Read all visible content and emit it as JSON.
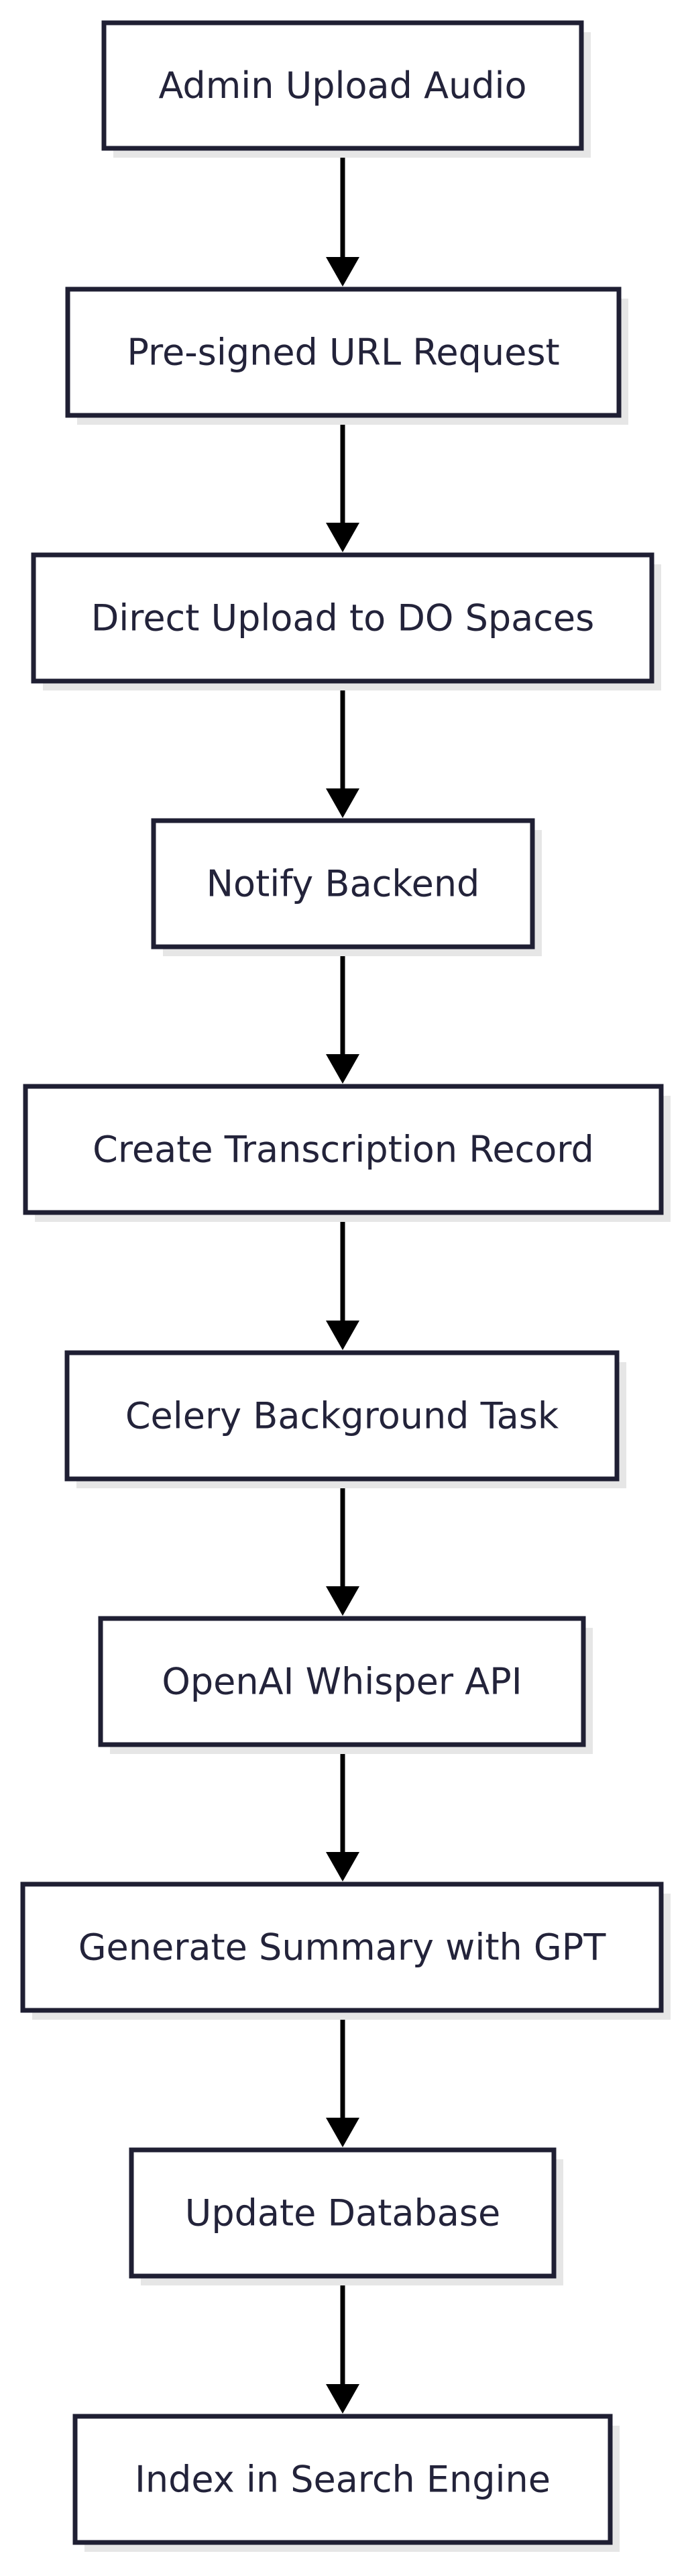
{
  "diagram": {
    "colors": {
      "box_border": "#1f1f33",
      "box_fill": "#ffffff",
      "shadow": "#e6e6e6",
      "text": "#23233a",
      "arrow": "#000000"
    },
    "nodes": [
      {
        "id": "admin-upload-audio",
        "label": "Admin Upload Audio"
      },
      {
        "id": "pre-signed-url-request",
        "label": "Pre-signed URL Request"
      },
      {
        "id": "direct-upload-to-do-spaces",
        "label": "Direct Upload to DO Spaces"
      },
      {
        "id": "notify-backend",
        "label": "Notify Backend"
      },
      {
        "id": "create-transcription-record",
        "label": "Create Transcription Record"
      },
      {
        "id": "celery-background-task",
        "label": "Celery Background Task"
      },
      {
        "id": "openai-whisper-api",
        "label": "OpenAI Whisper API"
      },
      {
        "id": "generate-summary-with-gpt",
        "label": "Generate Summary with GPT"
      },
      {
        "id": "update-database",
        "label": "Update Database"
      },
      {
        "id": "index-in-search-engine",
        "label": "Index in Search Engine"
      }
    ],
    "edges": [
      {
        "from": "admin-upload-audio",
        "to": "pre-signed-url-request"
      },
      {
        "from": "pre-signed-url-request",
        "to": "direct-upload-to-do-spaces"
      },
      {
        "from": "direct-upload-to-do-spaces",
        "to": "notify-backend"
      },
      {
        "from": "notify-backend",
        "to": "create-transcription-record"
      },
      {
        "from": "create-transcription-record",
        "to": "celery-background-task"
      },
      {
        "from": "celery-background-task",
        "to": "openai-whisper-api"
      },
      {
        "from": "openai-whisper-api",
        "to": "generate-summary-with-gpt"
      },
      {
        "from": "generate-summary-with-gpt",
        "to": "update-database"
      },
      {
        "from": "update-database",
        "to": "index-in-search-engine"
      }
    ]
  }
}
